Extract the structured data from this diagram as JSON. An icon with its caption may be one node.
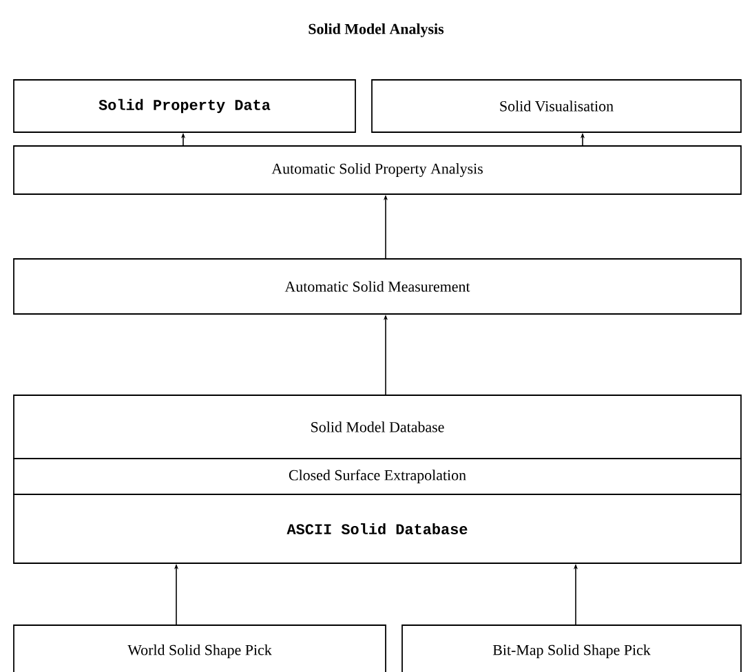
{
  "diagram": {
    "title": "Solid Model Analysis",
    "nodes": [
      {
        "text": [
          "Solid Property Data"
        ]
      },
      {
        "text": [
          "Solid Visualisation"
        ]
      },
      {
        "text": [
          "Automatic Solid Property Analysis"
        ]
      },
      {
        "text": [
          "Automatic Solid Measurement"
        ]
      },
      {
        "text": [
          "Solid Model Database"
        ]
      },
      {
        "text": [
          "Closed Surface Extrapolation"
        ]
      },
      {
        "text": [
          "ASCII Solid Database"
        ]
      },
      {
        "text": [
          "World Solid Shape Pick"
        ]
      },
      {
        "text": [
          "Bit-Map Solid Shape Pick"
        ]
      }
    ],
    "edges": [
      {
        "from": 2,
        "to": 0,
        "arrow": "to"
      },
      {
        "from": 2,
        "to": 1,
        "arrow": "to"
      },
      {
        "from": 3,
        "to": 2,
        "arrow": "to"
      },
      {
        "from": 4,
        "to": 3,
        "arrow": "to"
      },
      {
        "from": 7,
        "to": 6,
        "arrow": "to"
      },
      {
        "from": 8,
        "to": 6,
        "arrow": "to"
      }
    ]
  }
}
